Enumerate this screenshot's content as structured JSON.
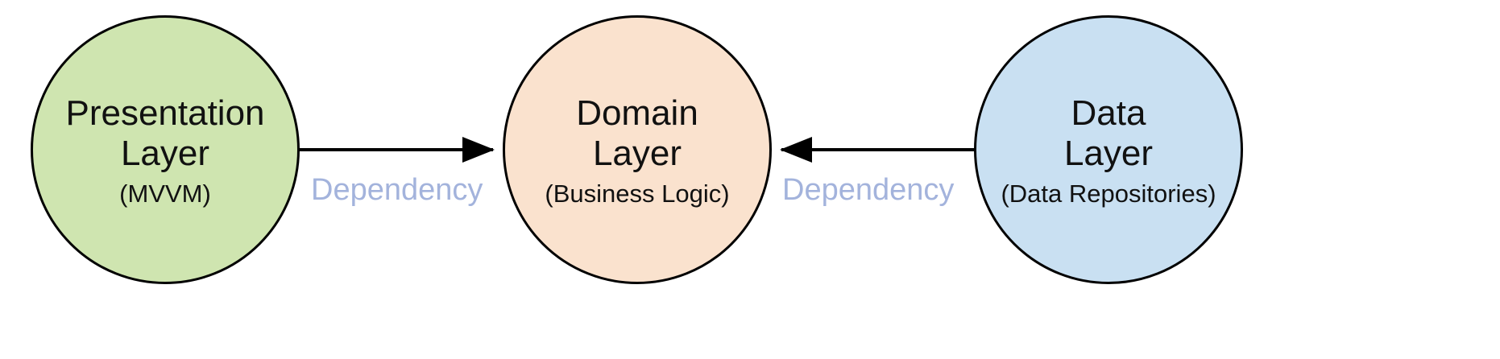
{
  "diagram": {
    "type": "architecture-layer-diagram",
    "background_color": "#ffffff",
    "edge_color": "#000000",
    "nodes": [
      {
        "id": "presentation",
        "title_lines": [
          "Presentation",
          "Layer"
        ],
        "title_line_1": "Presentation",
        "title_line_2": "Layer",
        "subtitle": "(MVVM)",
        "shape": "circle",
        "fill_color": "#cfe5b0",
        "stroke_color": "#000000"
      },
      {
        "id": "domain",
        "title_lines": [
          "Domain",
          "Layer"
        ],
        "title_line_1": "Domain",
        "title_line_2": "Layer",
        "subtitle": "(Business Logic)",
        "shape": "circle",
        "fill_color": "#fae2ce",
        "stroke_color": "#000000"
      },
      {
        "id": "data",
        "title_lines": [
          "Data",
          "Layer"
        ],
        "title_line_1": "Data",
        "title_line_2": "Layer",
        "subtitle": "(Data Repositories)",
        "shape": "circle",
        "fill_color": "#c9e0f2",
        "stroke_color": "#000000"
      }
    ],
    "edges": [
      {
        "id": "presentation-to-domain",
        "from": "presentation",
        "to": "domain",
        "label": "Dependency",
        "label_color": "#a3b3dc",
        "direction": "right",
        "arrowhead": "filled-triangle"
      },
      {
        "id": "data-to-domain",
        "from": "data",
        "to": "domain",
        "label": "Dependency",
        "label_color": "#a3b3dc",
        "direction": "left",
        "arrowhead": "filled-triangle"
      }
    ]
  }
}
